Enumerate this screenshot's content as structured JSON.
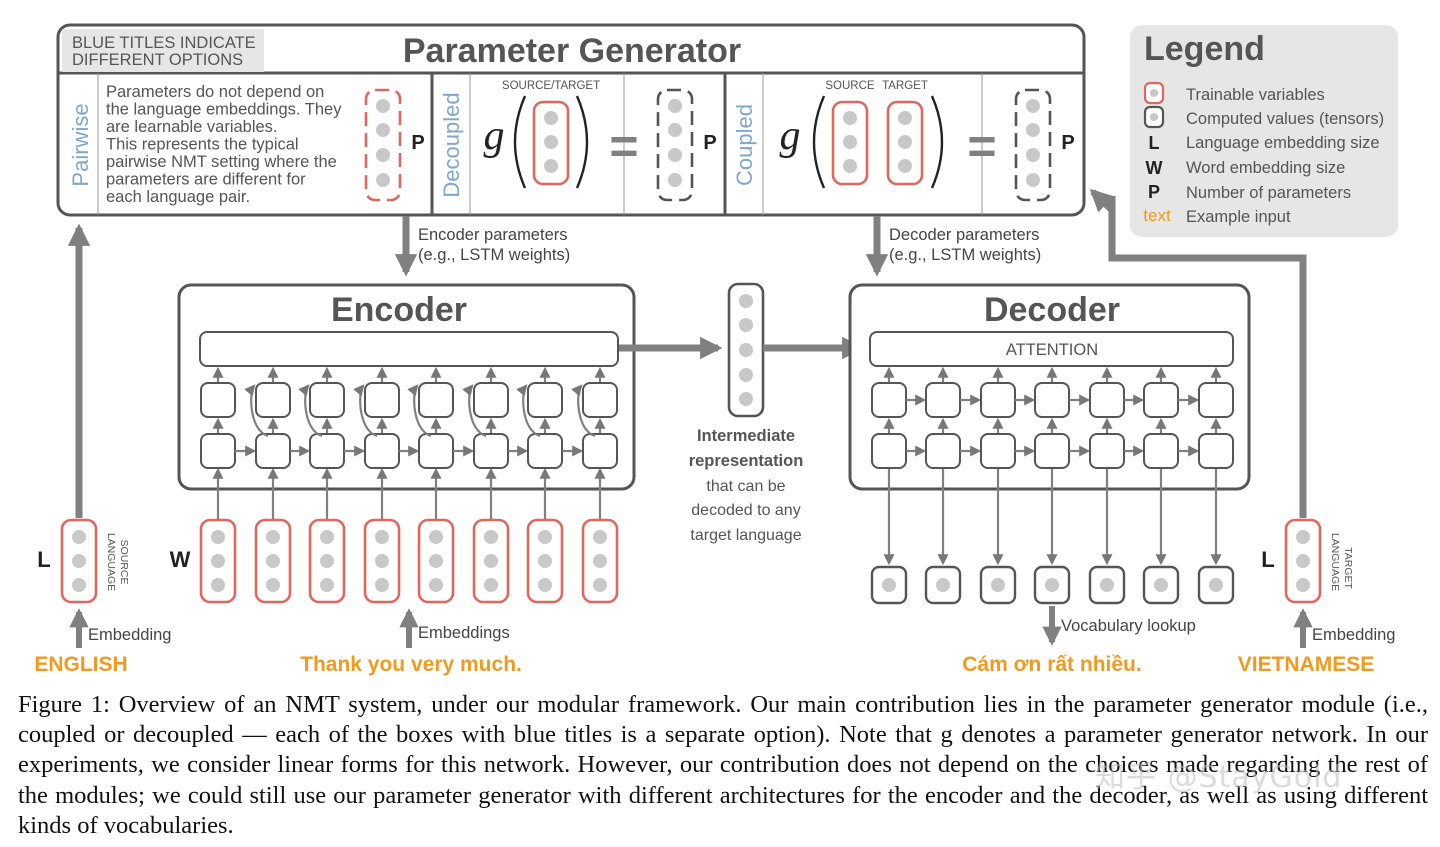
{
  "colors": {
    "box_stroke": "#555555",
    "arrow": "#808080",
    "trainable": "#e0675d",
    "computed": "#555555",
    "dot": "#c8c8c8",
    "blue_title": "#7fa7cc",
    "orange": "#f19a1f",
    "legend_bg": "#e6e6e6",
    "text_dark": "#4a4a4a"
  },
  "param_generator": {
    "title": "Parameter Generator",
    "note": [
      "BLUE TITLES INDICATE",
      "DIFFERENT OPTIONS"
    ],
    "pairwise": {
      "label": "Pairwise",
      "text": [
        "Parameters do not depend on",
        "the language embeddings. They",
        "are learnable variables.",
        "This represents the typical",
        "pairwise NMT setting where the",
        "parameters are different for",
        "each language pair."
      ],
      "p": "P"
    },
    "decoupled": {
      "label": "Decoupled",
      "g": "g",
      "header": "SOURCE/TARGET",
      "eq": "=",
      "p": "P"
    },
    "coupled": {
      "label": "Coupled",
      "g": "g",
      "header_source": "SOURCE",
      "header_target": "TARGET",
      "eq": "=",
      "p": "P"
    }
  },
  "legend": {
    "title": "Legend",
    "items": [
      {
        "key": "",
        "label": "Trainable variables",
        "icon": "trainable-icon"
      },
      {
        "key": "",
        "label": "Computed values (tensors)",
        "icon": "computed-icon"
      },
      {
        "key": "L",
        "label": "Language embedding size"
      },
      {
        "key": "W",
        "label": "Word embedding size"
      },
      {
        "key": "P",
        "label": "Number of parameters"
      },
      {
        "key": "text",
        "label": "Example input"
      }
    ]
  },
  "encoder": {
    "title": "Encoder",
    "params_label": [
      "Encoder parameters",
      "(e.g., LSTM weights)"
    ]
  },
  "decoder": {
    "title": "Decoder",
    "attention": "ATTENTION",
    "params_label": [
      "Decoder parameters",
      "(e.g., LSTM weights)"
    ]
  },
  "intermediate": {
    "bold": [
      "Intermediate",
      "representation"
    ],
    "normal": [
      "that can be",
      "decoded to any",
      "target language"
    ]
  },
  "source": {
    "L": "L",
    "W": "W",
    "lang_label": [
      "SOURCE",
      "LANGUAGE"
    ],
    "embedding": "Embedding",
    "embeddings": "Embeddings",
    "language": "ENGLISH",
    "example": "Thank you very much."
  },
  "target": {
    "L": "L",
    "lang_label": [
      "TARGET",
      "LANGUAGE"
    ],
    "embedding": "Embedding",
    "vocab": "Vocabulary lookup",
    "language": "VIETNAMESE",
    "example": "Cám ơn rất nhiều."
  },
  "caption": {
    "text": "Figure 1: Overview of an NMT system, under our modular framework. Our main contribution lies in the parameter generator module (i.e., coupled or decoupled — each of the boxes with blue titles is a separate option). Note that g denotes a parameter generator network. In our experiments, we consider linear forms for this network. However, our contribution does not depend on the choices made regarding the rest of the modules; we could still use our parameter generator with different architectures for the encoder and the decoder, as well as using different kinds of vocabularies."
  },
  "watermark": "知乎 @StayGold"
}
